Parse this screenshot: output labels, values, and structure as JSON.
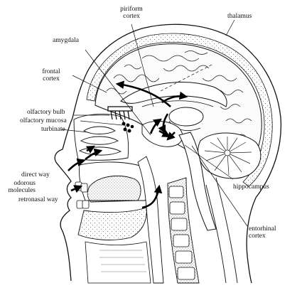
{
  "diagram": {
    "labels": {
      "piriform_cortex": "piriform\ncortex",
      "thalamus": "thalamus",
      "amygdala": "amygdala",
      "frontal_cortex": "frontal\ncortex",
      "olfactory_bulb": "olfactory bulb",
      "olfactory_mucosa": "olfactory mucosa",
      "turbinate": "turbinate",
      "direct_way": "direct way",
      "odorous_molecules": "odorous\nmolecules",
      "retronasal_way": "retronasal way",
      "hippocampus": "hippocampus",
      "entorhinal_cortex": "entorhinal\ncortex"
    }
  }
}
